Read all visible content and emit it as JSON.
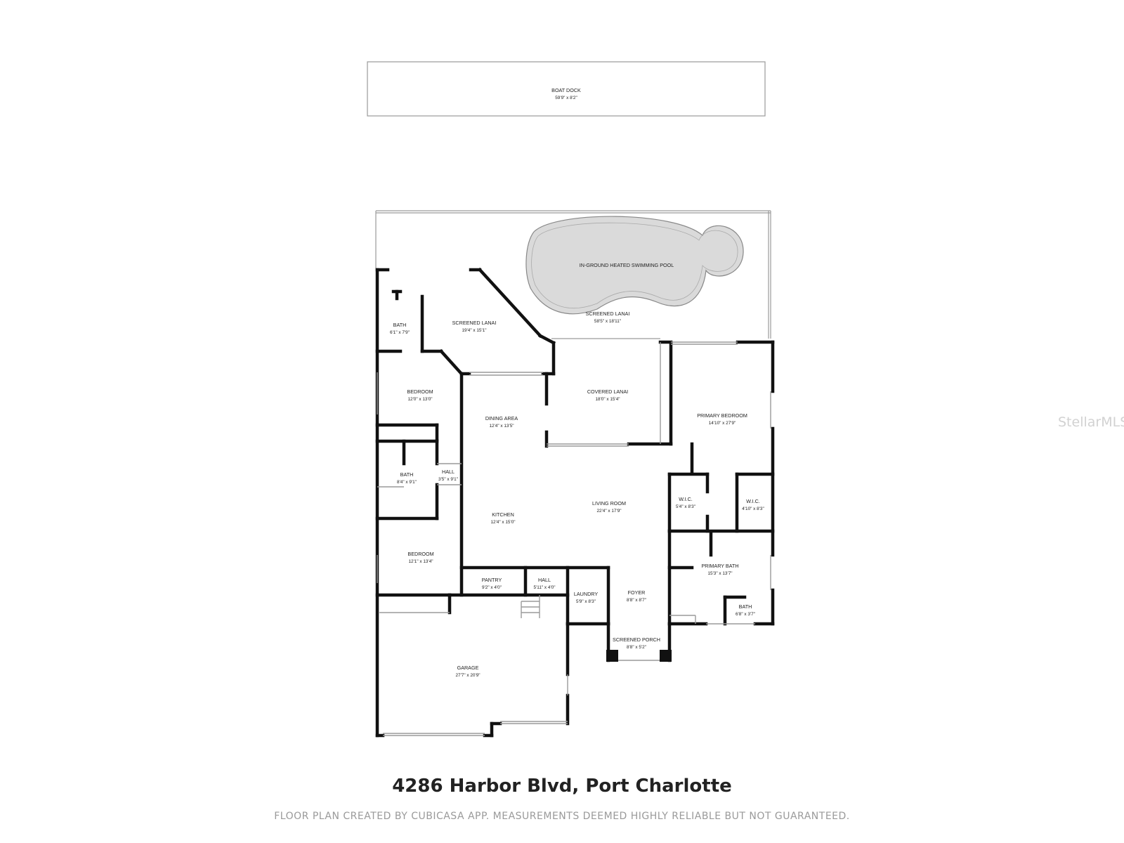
{
  "address": "4286 Harbor Blvd, Port Charlotte",
  "disclaimer": "FLOOR PLAN CREATED BY CUBICASA APP. MEASUREMENTS DEEMED HIGHLY RELIABLE BUT NOT GUARANTEED.",
  "watermark": "StellarMLS",
  "colors": {
    "wall": "#111111",
    "pool": "#dadada",
    "thin_line": "#9a9a9a",
    "window": "#bdbdbd"
  },
  "rooms": [
    {
      "id": "boat-dock",
      "name": "BOAT DOCK",
      "dims": "59'9\" x 8'2\""
    },
    {
      "id": "pool",
      "name": "IN-GROUND HEATED SWIMMING POOL",
      "dims": ""
    },
    {
      "id": "screened-lanai-main",
      "name": "SCREENED LANAI",
      "dims": "58'5\" x 18'11\""
    },
    {
      "id": "screened-lanai-side",
      "name": "SCREENED LANAI",
      "dims": "19'4\" x 15'1\""
    },
    {
      "id": "bath-1",
      "name": "BATH",
      "dims": "6'1\" x 7'9\""
    },
    {
      "id": "bedroom-1",
      "name": "BEDROOM",
      "dims": "12'0\" x 13'0\""
    },
    {
      "id": "covered-lanai",
      "name": "COVERED LANAI",
      "dims": "18'0\" x 15'4\""
    },
    {
      "id": "primary-bedroom",
      "name": "PRIMARY BEDROOM",
      "dims": "14'10\" x 27'9\""
    },
    {
      "id": "dining-area",
      "name": "DINING AREA",
      "dims": "12'4\" x 13'5\""
    },
    {
      "id": "bath-2",
      "name": "BATH",
      "dims": "8'4\" x 9'1\""
    },
    {
      "id": "hall-1",
      "name": "HALL",
      "dims": "3'5\" x 9'1\""
    },
    {
      "id": "wic-1",
      "name": "W.I.C.",
      "dims": "5'4\" x 8'3\""
    },
    {
      "id": "wic-2",
      "name": "W.I.C.",
      "dims": "4'10\" x 8'3\""
    },
    {
      "id": "living-room",
      "name": "LIVING ROOM",
      "dims": "22'4\" x 17'9\""
    },
    {
      "id": "kitchen",
      "name": "KITCHEN",
      "dims": "12'4\" x 15'0\""
    },
    {
      "id": "bedroom-2",
      "name": "BEDROOM",
      "dims": "12'1\" x 13'4\""
    },
    {
      "id": "primary-bath",
      "name": "PRIMARY BATH",
      "dims": "15'3\" x 13'7\""
    },
    {
      "id": "pantry",
      "name": "PANTRY",
      "dims": "9'2\" x 4'0\""
    },
    {
      "id": "hall-2",
      "name": "HALL",
      "dims": "5'11\" x 4'0\""
    },
    {
      "id": "laundry",
      "name": "LAUNDRY",
      "dims": "5'9\" x 8'3\""
    },
    {
      "id": "foyer",
      "name": "FOYER",
      "dims": "8'8\" x 8'7\""
    },
    {
      "id": "bath-3",
      "name": "BATH",
      "dims": "6'8\" x 3'7\""
    },
    {
      "id": "screened-porch",
      "name": "SCREENED PORCH",
      "dims": "8'8\" x 5'2\""
    },
    {
      "id": "garage",
      "name": "GARAGE",
      "dims": "27'7\" x 20'9\""
    }
  ]
}
